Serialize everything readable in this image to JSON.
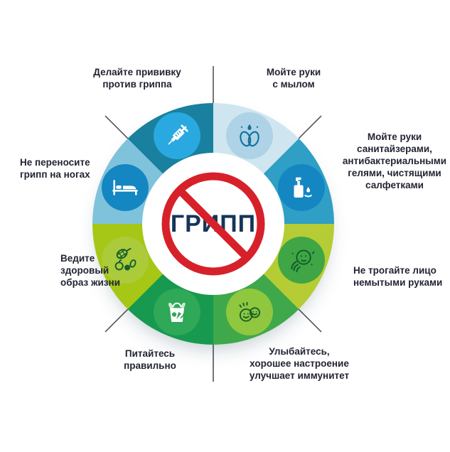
{
  "center": {
    "label": "ГРИПП",
    "label_color": "#16355a",
    "sign_color": "#d7212a",
    "sign_icon": "prohibition-sign-icon"
  },
  "wheel": {
    "wedges": [
      "#cfe6f0",
      "#2f9fc6",
      "#b5cc35",
      "#3fa84b",
      "#17994f",
      "#a6c716",
      "#7fc2dc",
      "#19809f"
    ]
  },
  "segments": [
    {
      "key": "vaccine",
      "label": "Делайте прививку\nпротив гриппа",
      "icon": "syringe-icon",
      "icon_bg": "#29a9e0"
    },
    {
      "key": "soap",
      "label": "Мойте руки\nс мылом",
      "icon": "hand-washing-icon",
      "icon_bg": "#aed3e6"
    },
    {
      "key": "sanitizer",
      "label": "Мойте руки\nсанитайзерами,\nантибактериальными\nгелями, чистящими\nсалфетками",
      "icon": "sanitizer-bottle-icon",
      "icon_bg": "#1486c2"
    },
    {
      "key": "face",
      "label": "Не трогайте лицо\nнемытыми руками",
      "icon": "touch-face-icon",
      "icon_bg": "#3fa545"
    },
    {
      "key": "smile",
      "label": "Улыбайтесь,\nхорошее настроение\nулучшает иммунитет",
      "icon": "smiley-faces-icon",
      "icon_bg": "#8fc73e"
    },
    {
      "key": "food",
      "label": "Питайтесь\nправильно",
      "icon": "vegetables-icon",
      "icon_bg": "#2fa857"
    },
    {
      "key": "lifestyle",
      "label": "Ведите\nздоровый\nобраз жизни",
      "icon": "sport-fruits-icon",
      "icon_bg": "#abcb3b"
    },
    {
      "key": "bed",
      "label": "Не переносите\nгрипп на ногах",
      "icon": "bed-icon",
      "icon_bg": "#1486c2"
    }
  ]
}
